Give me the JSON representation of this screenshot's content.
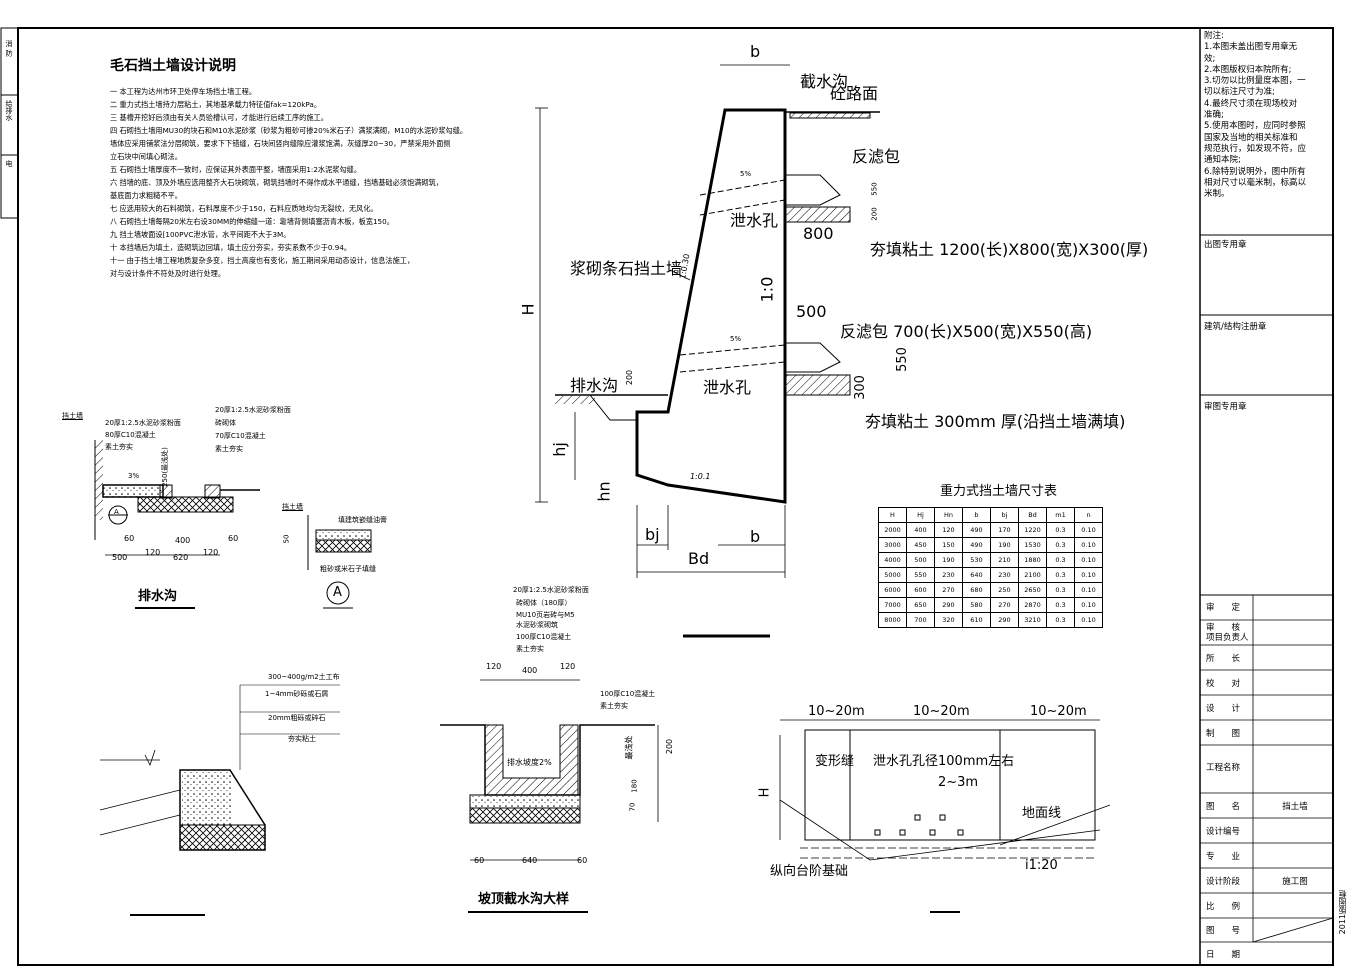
{
  "notes": {
    "title": "毛石挡土墙设计说明",
    "items": [
      "一 本工程为达州市环卫处停车场挡土墙工程。",
      "二 重力式挡土墙持力层粘土，其地基承载力特征值fak=120kPa。",
      "三 基槽开挖好后须由有关人员验槽认可，才能进行后续工序的施工。",
      "四 石砌挡土墙用MU30的块石和M10水泥砂浆（砂浆为粗砂可掺20%米石子）满浆满砌，M10的水泥砂浆勾缝。",
      "墙体应采用铺浆法分层砌筑，要求下下错缝，石块间竖向缝隙应灌浆饱满，灰缝厚20~30，严禁采用外面侧",
      "立石块中间填心砌法。",
      "五 石砌挡土墙厚度不一致时，应保证其外表面平整，墙面采用1:2水泥浆勾缝。",
      "六 挡墙的底、顶及外墙应选用整齐大石块砌筑，砌筑挡墙时不得作成水平通缝，挡墙基础必须饱满砌筑，",
      "基底面力求粗糙不平。",
      "七 应选用较大的石料砌筑，石料厚度不少于150，石料应质地均匀无裂纹，无风化。",
      "八 石砌挡土墙每隔20米左右设30MM的伸缩缝一道：靠墙背侧填塞沥青木板，板宽150。",
      "九 挡土墙坡面设[100PVC泄水管，水平间距不大于3M。",
      "十 本挡墙后为填土，造砌筑边回填，填土应分夯实，夯实系数不少于0.94。",
      "十一 由于挡土墙工程地质复杂多变，挡土高度也有变化，施工期间采用动态设计，信息法施工，",
      "对与设计条件不符处及时进行处理。"
    ]
  },
  "left_strip": {
    "items": [
      "消 防",
      "给排水",
      "电"
    ]
  },
  "main_section": {
    "b_top": "b",
    "jieshuigou": "截水沟",
    "lumian": "砼路面",
    "fanlvbao1": "反滤包",
    "slope1": "5%",
    "xieshuikong1": "泄水孔",
    "dim800": "800",
    "hangtian1": "夯填粘土 1200(长)X800(宽)X300(厚)",
    "dim550a": "550",
    "dim200a": "200",
    "wall_name": "浆砌条石挡土墙",
    "ratio030": "1:0.30",
    "ratio10": "1:0",
    "dim500": "500",
    "fanlvbao2": "反滤包 700(长)X500(宽)X550(高)",
    "slope2": "5%",
    "xieshuikong2": "泄水孔",
    "dim550b": "550",
    "dim300": "300",
    "hangtian2": "夯填粘土 300mm 厚(沿挡土墙满填)",
    "paishuigou": "排水沟",
    "dim200b": "200",
    "H": "H",
    "hj": "hj",
    "hn": "hn",
    "ratio01": "1:0.1",
    "bj": "bj",
    "b_bot": "b",
    "Bd": "Bd"
  },
  "dim_table": {
    "title": "重力式挡土墙尺寸表",
    "headers": [
      "H",
      "Hj",
      "Hn",
      "b",
      "bj",
      "Bd",
      "m1",
      "n"
    ],
    "rows": [
      [
        "2000",
        "400",
        "120",
        "490",
        "170",
        "1220",
        "0.3",
        "0.10"
      ],
      [
        "3000",
        "450",
        "150",
        "490",
        "190",
        "1530",
        "0.3",
        "0.10"
      ],
      [
        "4000",
        "500",
        "190",
        "530",
        "210",
        "1880",
        "0.3",
        "0.10"
      ],
      [
        "5000",
        "550",
        "230",
        "640",
        "230",
        "2100",
        "0.3",
        "0.10"
      ],
      [
        "6000",
        "600",
        "270",
        "680",
        "250",
        "2650",
        "0.3",
        "0.10"
      ],
      [
        "7000",
        "650",
        "290",
        "580",
        "270",
        "2870",
        "0.3",
        "0.10"
      ],
      [
        "8000",
        "700",
        "320",
        "610",
        "290",
        "3210",
        "0.3",
        "0.10"
      ]
    ]
  },
  "drain_detail": {
    "title": "排水沟",
    "wall": "挡土墙",
    "l1": "20厚1:2.5水泥砂浆粉面",
    "l2": "80厚C10混凝土",
    "l3": "素土夯实",
    "r1": "20厚1:2.5水泥砂浆粉面",
    "r2": "砖砌体",
    "r3": "70厚C10混凝土",
    "r4": "素土夯实",
    "slope": "3%",
    "depth": "250(最浅处)",
    "circle": "A",
    "d60a": "60",
    "d400": "400",
    "d60b": "60",
    "d500": "500",
    "d120a": "120",
    "d620": "620",
    "d120b": "120"
  },
  "detail_a": {
    "wall": "挡土墙",
    "l1": "填建筑嵌缝油膏",
    "l2": "粗砂或米石子填缝",
    "d": "50",
    "circle": "A"
  },
  "filter_detail": {
    "l1": "300~400g/m2土工布",
    "l2": "1~4mm砂砾或石屑",
    "l3": "20mm粗砾或碎石",
    "l4": "夯实粘土"
  },
  "top_ditch": {
    "title": "坡顶截水沟大样",
    "t1": "20厚1:2.5水泥砂浆粉面",
    "t2": "砖砌体（180厚）",
    "t3": "MU10页岩砖与M5",
    "t4": "水泥砂浆砌筑",
    "t5": "100厚C10混凝土",
    "t6": "素土夯实",
    "r1": "100厚C10混凝土",
    "r2": "素土夯实",
    "d120a": "120",
    "d400": "400",
    "d120b": "120",
    "slope": "排水坡度2%",
    "shallow": "最浅处",
    "d200": "200",
    "d180": "180",
    "d70": "70",
    "d60a": "60",
    "d640": "640",
    "d60b": "60"
  },
  "elevation": {
    "s1": "10~20m",
    "s2": "10~20m",
    "s3": "10~20m",
    "H": "H",
    "joint": "变形缝",
    "holes": "泄水孔孔径100mm左右",
    "spacing": "2~3m",
    "ground": "地面线",
    "base": "纵向台阶基础",
    "slope": "i1:20"
  },
  "title_block": {
    "notes": [
      "附注:",
      "1.本图未盖出图专用章无",
      "效;",
      "2.本图版权归本院所有;",
      "3.切勿以比例量度本图，一",
      "切以标注尺寸为准;",
      "4.最终尺寸须在现场校对",
      "准确;",
      "5.使用本图时，应同时参照",
      "国家及当地的相关标准和",
      "规范执行，如发现不符，应",
      "通知本院;",
      "6.除特别说明外，图中所有",
      "相对尺寸以毫米制，标高以",
      "米制。"
    ],
    "stamp1": "出图专用章",
    "stamp2": "建筑/结构注册章",
    "stamp3": "审图专用章",
    "rows": [
      {
        "label": "审　　定",
        "value": ""
      },
      {
        "label": "审　　核",
        "value": ""
      },
      {
        "label": "项目负责人",
        "value": ""
      },
      {
        "label": "所　　长",
        "value": ""
      },
      {
        "label": "校　　对",
        "value": ""
      },
      {
        "label": "设　　计",
        "value": ""
      },
      {
        "label": "制　　图",
        "value": ""
      },
      {
        "label": "工程名称",
        "value": ""
      },
      {
        "label": "图　　名",
        "value": "挡土墙"
      },
      {
        "label": "设计编号",
        "value": ""
      },
      {
        "label": "专　　业",
        "value": ""
      },
      {
        "label": "设计阶段",
        "value": "施工图"
      },
      {
        "label": "比　　例",
        "value": ""
      },
      {
        "label": "图　　号",
        "value": ""
      },
      {
        "label": "日　　期",
        "value": ""
      }
    ],
    "frame_label": "2011版图框"
  }
}
